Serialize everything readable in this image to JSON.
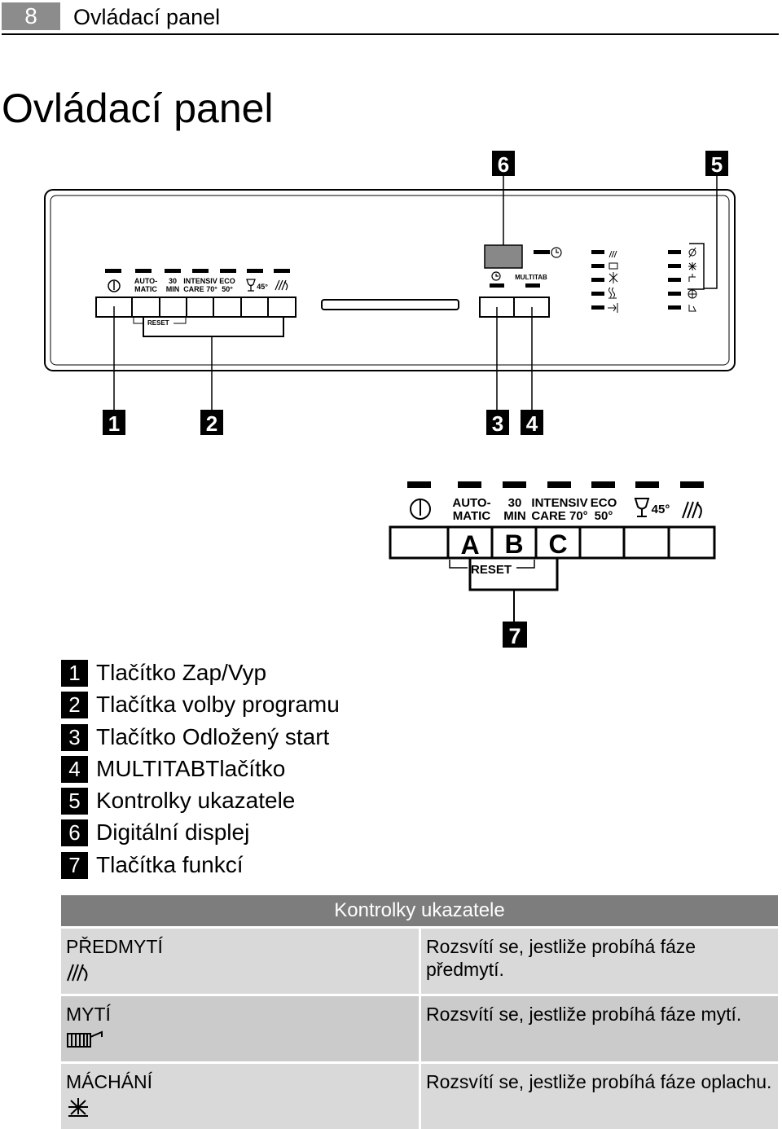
{
  "header": {
    "page_number": "8",
    "running_title": "Ovládací panel"
  },
  "heading": "Ovládací panel",
  "callouts": {
    "n1": "1",
    "n2": "2",
    "n3": "3",
    "n4": "4",
    "n5": "5",
    "n6": "6",
    "n7": "7"
  },
  "panel": {
    "prog_top": [
      "AUTO-",
      "30",
      "INTENSIV",
      "ECO"
    ],
    "prog_bot": [
      "MATIC",
      "MIN",
      "CARE 70°",
      "50°"
    ],
    "glass_temp": "45°",
    "reset": "RESET",
    "multitab": "MULTITAB"
  },
  "detail": {
    "prog_top": [
      "AUTO-",
      "30",
      "INTENSIV",
      "ECO"
    ],
    "prog_bot": [
      "MATIC",
      "MIN",
      "CARE 70°",
      "50°"
    ],
    "glass_temp": "45°",
    "letters": [
      "A",
      "B",
      "C"
    ],
    "reset": "RESET"
  },
  "legend": [
    {
      "num": "1",
      "text": "Tlačítko Zap/Vyp"
    },
    {
      "num": "2",
      "text": "Tlačítka volby programu"
    },
    {
      "num": "3",
      "text": "Tlačítko Odložený start"
    },
    {
      "num": "4",
      "text": "MULTITABTlačítko"
    },
    {
      "num": "5",
      "text": "Kontrolky ukazatele"
    },
    {
      "num": "6",
      "text": "Digitální displej"
    },
    {
      "num": "7",
      "text": "Tlačítka funkcí"
    }
  ],
  "table": {
    "title": "Kontrolky ukazatele",
    "rows": [
      {
        "name": "PŘEDMYTÍ",
        "icon": "prewash-icon",
        "desc": "Rozsvítí se, jestliže probíhá fáze předmytí."
      },
      {
        "name": "MYTÍ",
        "icon": "wash-icon",
        "desc": "Rozsvítí se, jestliže probíhá fáze mytí."
      },
      {
        "name": "MÁCHÁNÍ",
        "icon": "rinse-icon",
        "desc": "Rozsvítí se, jestliže probíhá fáze oplachu."
      }
    ]
  }
}
